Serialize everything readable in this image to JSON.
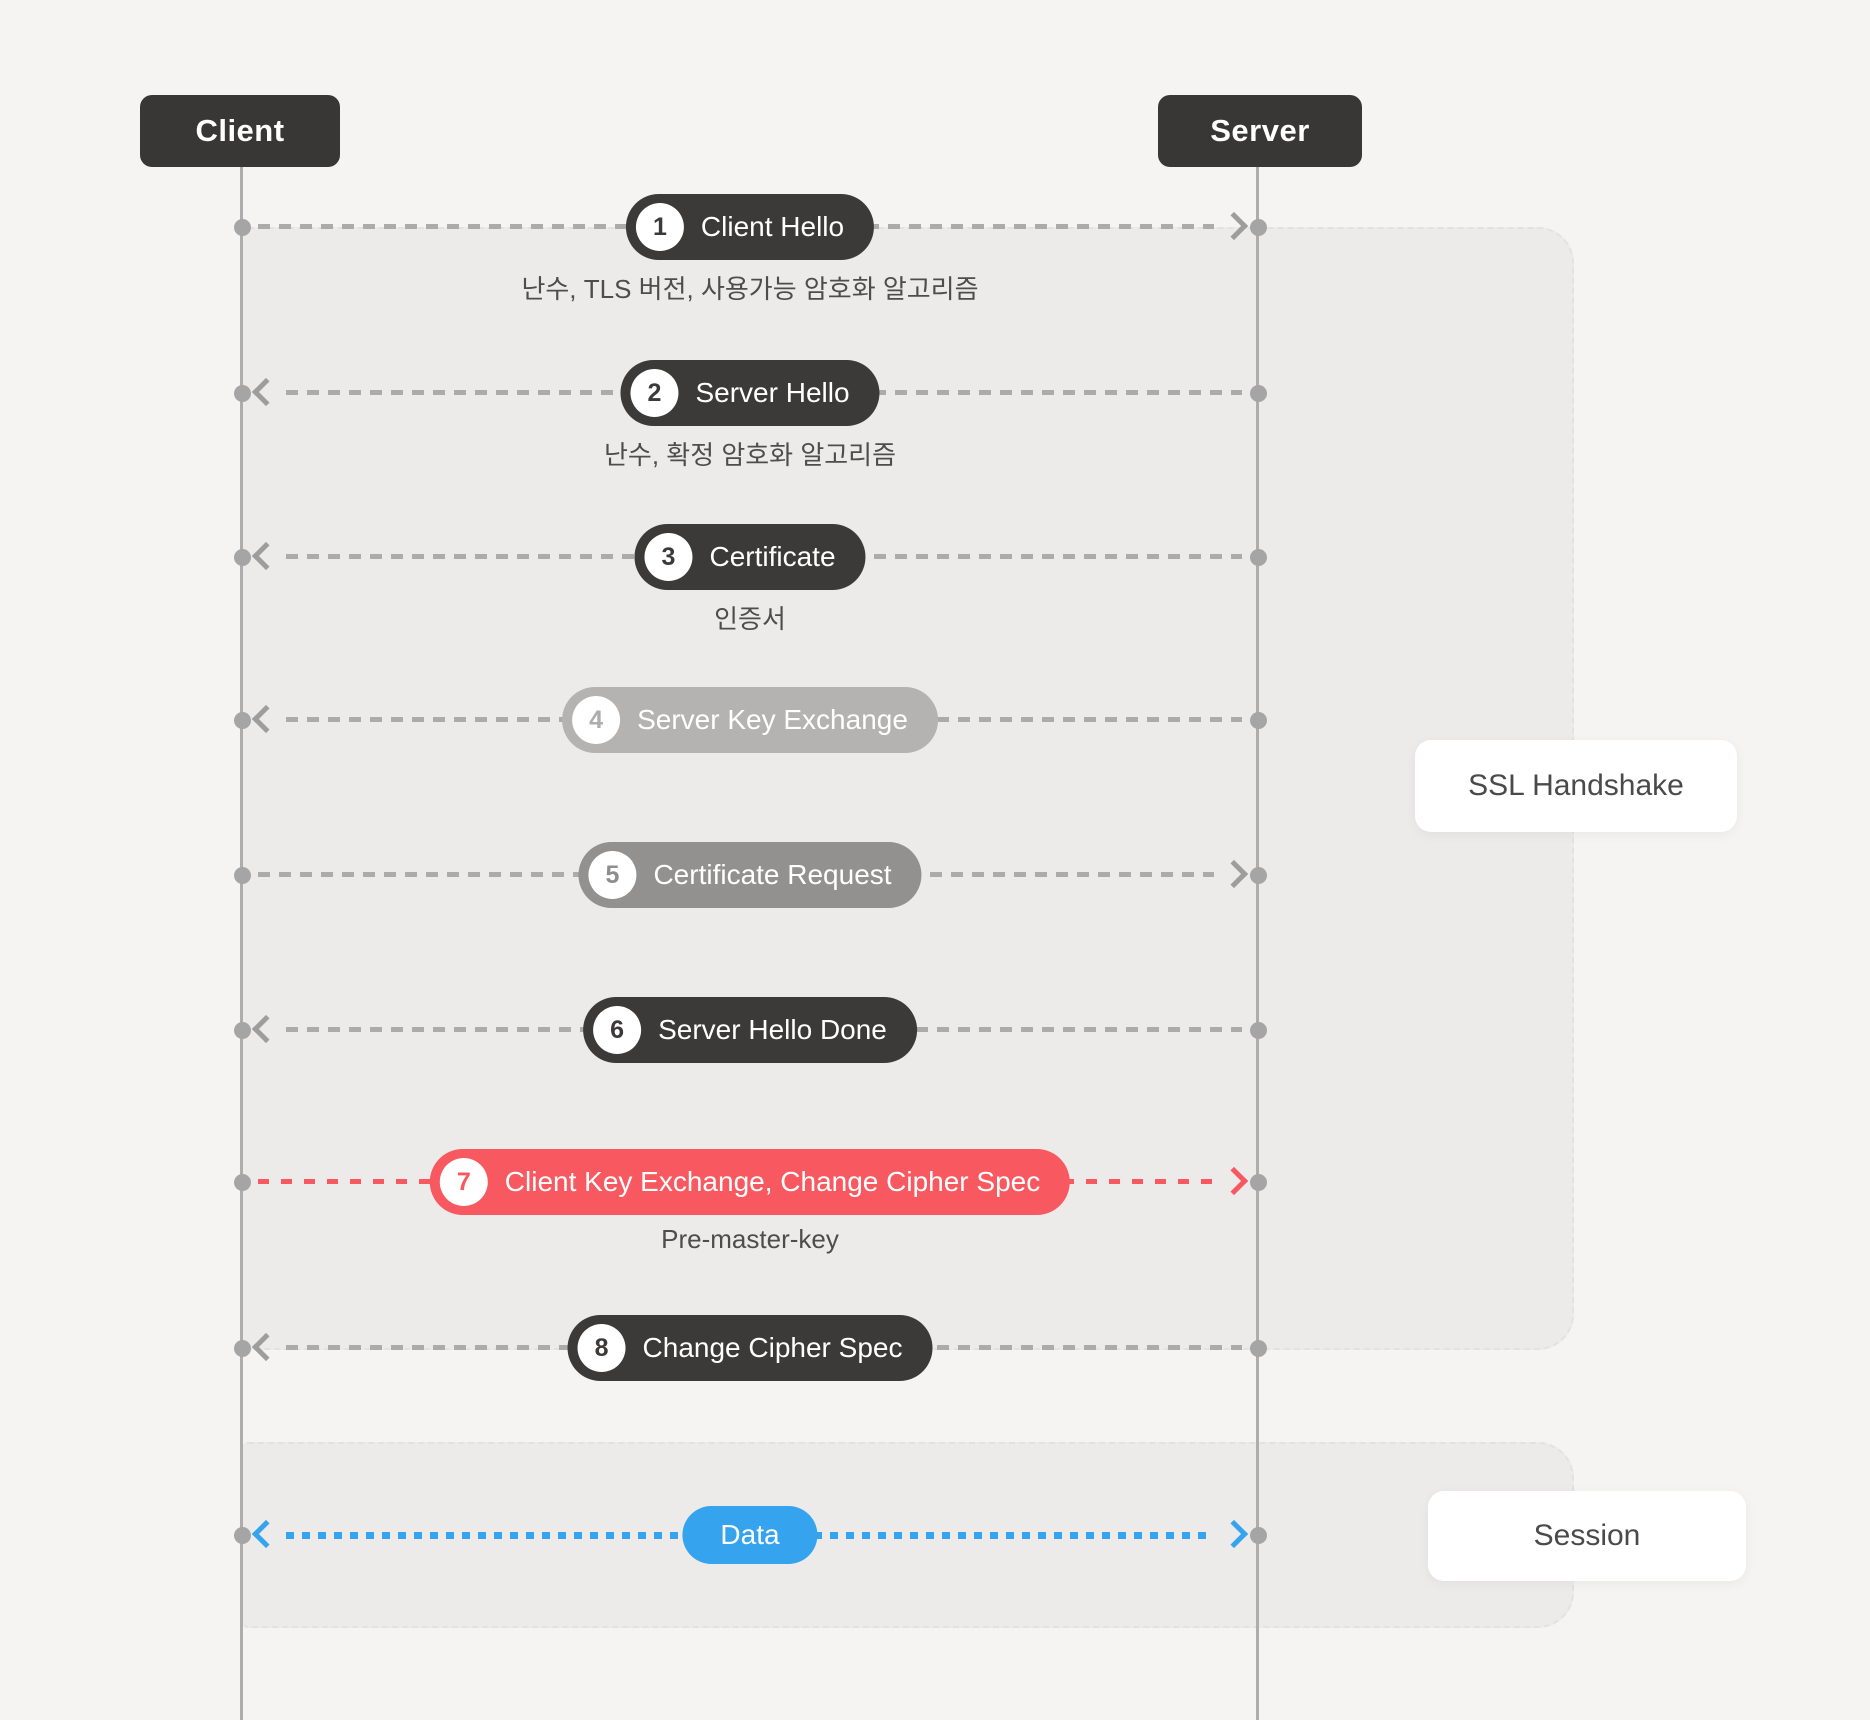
{
  "actors": {
    "client": "Client",
    "server": "Server"
  },
  "side_labels": {
    "ssl_handshake": "SSL Handshake",
    "session": "Session"
  },
  "messages": [
    {
      "num": "1",
      "label": "Client Hello",
      "subtitle": "난수, TLS 버전, 사용가능 암호화 알고리즘",
      "direction": "right",
      "variant": "dark"
    },
    {
      "num": "2",
      "label": "Server Hello",
      "subtitle": "난수, 확정 암호화 알고리즘",
      "direction": "left",
      "variant": "dark"
    },
    {
      "num": "3",
      "label": "Certificate",
      "subtitle": "인증서",
      "direction": "left",
      "variant": "dark"
    },
    {
      "num": "4",
      "label": "Server Key Exchange",
      "direction": "left",
      "variant": "light-gray"
    },
    {
      "num": "5",
      "label": "Certificate Request",
      "direction": "right",
      "variant": "gray"
    },
    {
      "num": "6",
      "label": "Server Hello Done",
      "direction": "left",
      "variant": "dark"
    },
    {
      "num": "7",
      "label": "Client Key Exchange, Change Cipher Spec",
      "subtitle": "Pre-master-key",
      "direction": "right",
      "variant": "red"
    },
    {
      "num": "8",
      "label": "Change Cipher Spec",
      "direction": "left",
      "variant": "dark"
    },
    {
      "num": null,
      "label": "Data",
      "direction": "both",
      "variant": "blue"
    }
  ],
  "colors": {
    "background": "#f5f4f3",
    "region": "#ecebea",
    "dark_pill": "#3b3a39",
    "light_gray_pill": "#b4b3b2",
    "gray_pill": "#929190",
    "red_pill": "#f8585f",
    "blue_pill": "#35a3ee",
    "arrow_gray": "#ababab"
  }
}
